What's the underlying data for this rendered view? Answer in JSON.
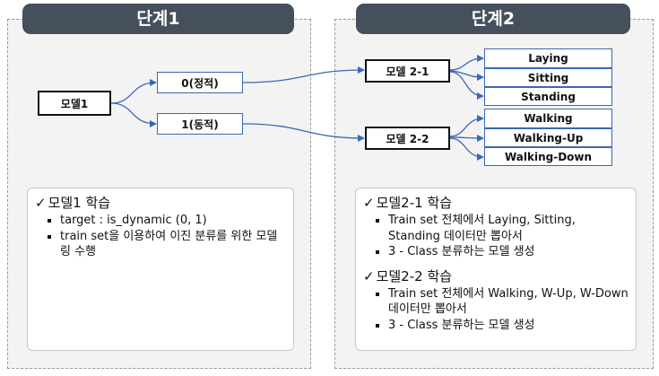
{
  "stage1": {
    "tab": "단계1",
    "model": "모델1",
    "branch_static": "0(정적)",
    "branch_dynamic": "1(동적)",
    "card": {
      "check": "✓",
      "title": "모델1 학습",
      "bullets": [
        "target : is_dynamic (0, 1)",
        "train set을 이용하여 이진 분류를 위한 모델링 수행"
      ]
    }
  },
  "stage2": {
    "tab": "단계2",
    "model_a": "모델 2-1",
    "model_b": "모델 2-2",
    "classes_a": [
      "Laying",
      "Sitting",
      "Standing"
    ],
    "classes_b": [
      "Walking",
      "Walking-Up",
      "Walking-Down"
    ],
    "card": {
      "check": "✓",
      "title_a": "모델2-1 학습",
      "bullets_a": [
        "Train set 전체에서 Laying, Sitting, Standing 데이터만 뽑아서",
        "3 - Class 분류하는 모델 생성"
      ],
      "title_b": "모델2-2 학습",
      "bullets_b": [
        "Train set 전체에서 Walking, W-Up, W-Down 데이터만 뽑아서",
        "3 - Class 분류하는 모델 생성"
      ]
    }
  },
  "colors": {
    "tab": "#46505c",
    "blue": "#3b67b5",
    "panel": "#f3f3f3"
  }
}
